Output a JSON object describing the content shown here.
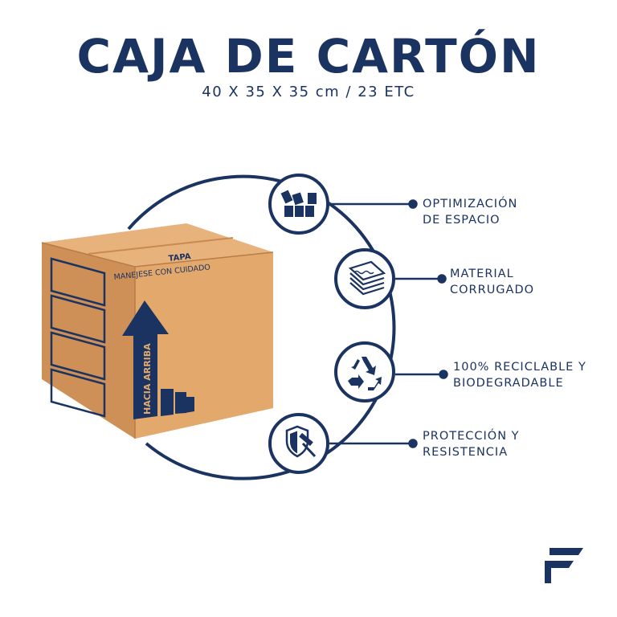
{
  "colors": {
    "brand": "#1b3361",
    "cardboard": "#e0a56a",
    "cardboard_side": "#cb8a4f",
    "cardboard_top": "#e8b27d"
  },
  "header": {
    "title": "CAJA DE CARTÓN",
    "subtitle": "40 X 35 X 35 cm / 23 ETC"
  },
  "box": {
    "top_label": "TAPA",
    "care_label": "MANEJESE CON CUIDADO",
    "arrow_label": "HACIA ARRIBA"
  },
  "features": [
    {
      "icon": "stacked-boxes-icon",
      "line1": "OPTIMIZACIÓN",
      "line2": "DE ESPACIO"
    },
    {
      "icon": "corrugated-sheets-icon",
      "line1": "MATERIAL",
      "line2": "CORRUGADO"
    },
    {
      "icon": "recycle-icon",
      "line1": "100% RECICLABLE Y",
      "line2": "BIODEGRADABLE"
    },
    {
      "icon": "shield-hammer-icon",
      "line1": "PROTECCIÓN Y",
      "line2": "RESISTENCIA"
    }
  ],
  "logo": {
    "icon": "brand-f-logo-icon"
  }
}
